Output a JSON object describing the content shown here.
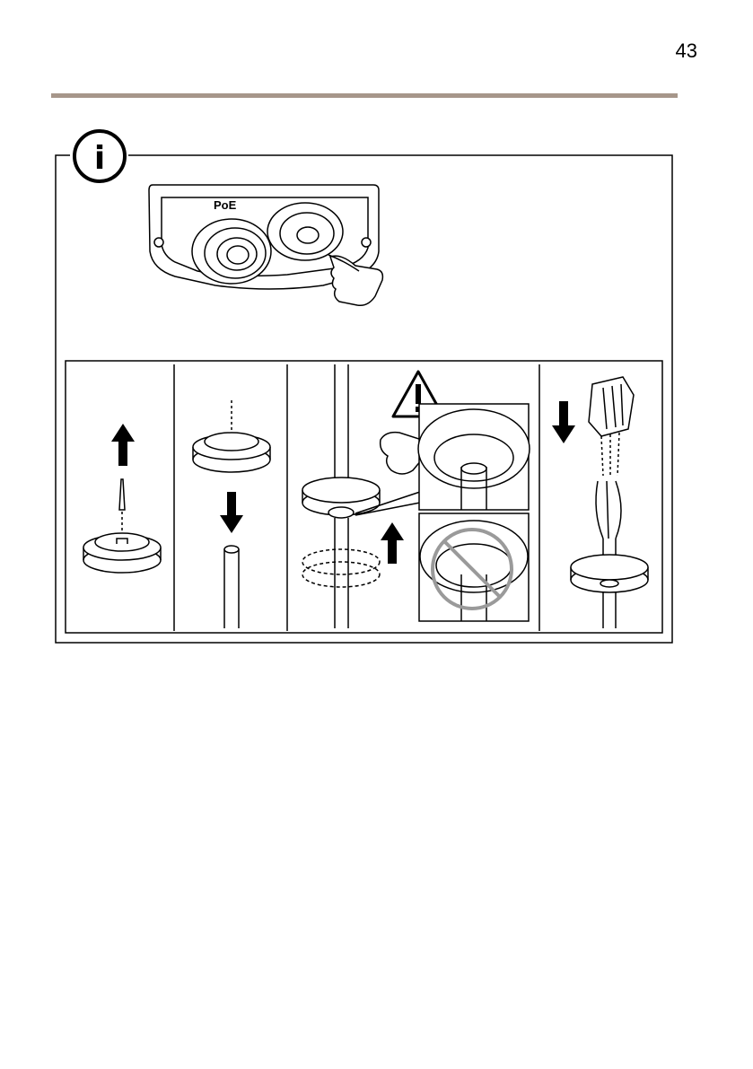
{
  "page": {
    "number": "43"
  },
  "figure": {
    "info_symbol": "i",
    "port_label": "PoE",
    "icons": {
      "info": "info-icon",
      "warning": "warning-triangle-icon",
      "prohibited": "prohibited-icon",
      "arrow_up": "arrow-up-icon",
      "arrow_down": "arrow-down-icon",
      "pointing_hand": "pointing-hand-icon"
    },
    "colors": {
      "header_rule": "#a6968a",
      "prohibited": "#9a9a9a"
    },
    "steps": [
      {
        "name": "remove-pin"
      },
      {
        "name": "push-cable-through-gasket"
      },
      {
        "name": "seat-gasket"
      },
      {
        "name": "attach-connector"
      }
    ]
  }
}
